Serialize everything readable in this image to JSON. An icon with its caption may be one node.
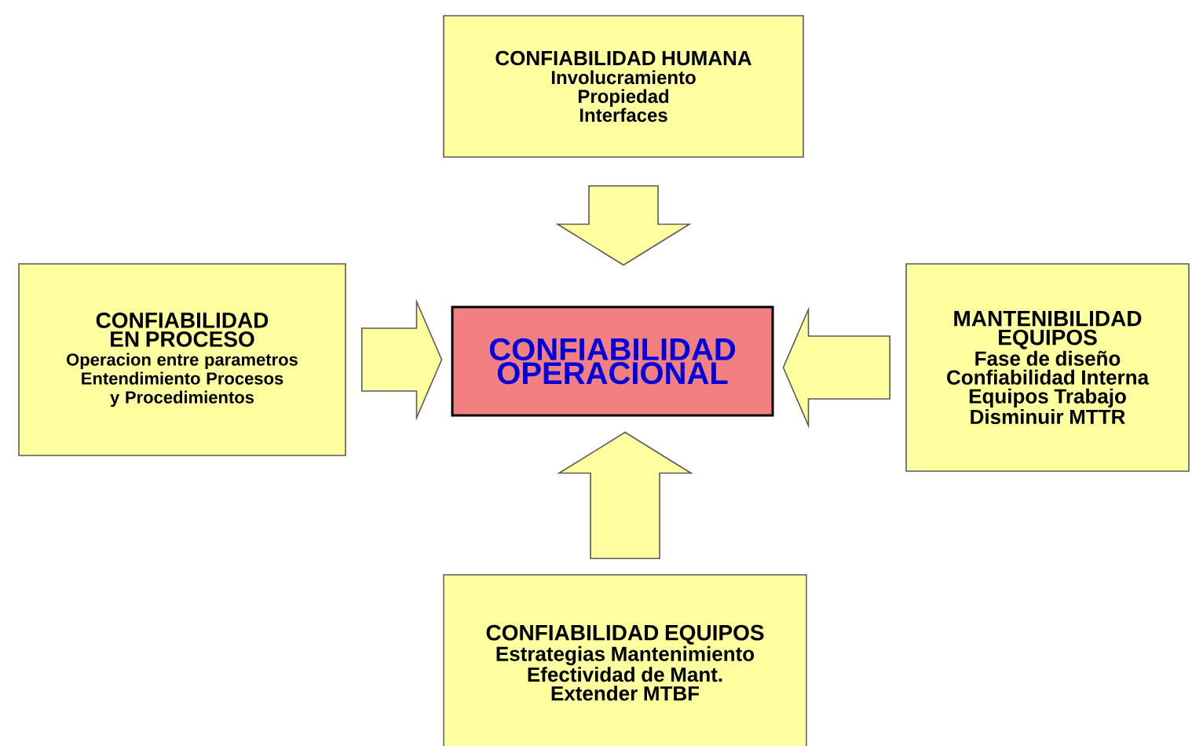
{
  "diagram": {
    "nodes": [
      {
        "text": [
          "CONFIABILIDAD HUMANA",
          "Involucramiento",
          "Propiedad",
          "Interfaces"
        ]
      },
      {
        "text": [
          "CONFIABILIDAD EN PROCESO",
          "Operacion entre parametros",
          "Entendimiento Procesos y Procedimientos"
        ]
      },
      {
        "text": [
          "CONFIABILIDAD OPERACIONAL"
        ]
      },
      {
        "text": [
          "MANTENIBILIDAD EQUIPOS",
          "Fase de diseño",
          "Confiabilidad Interna",
          "Equipos Trabajo",
          "Disminuir MTTR"
        ]
      },
      {
        "text": [
          "CONFIABILIDAD EQUIPOS",
          "Estrategias Mantenimiento",
          "Efectividad de Mant.",
          "Extender MTBF"
        ]
      }
    ],
    "edges": [
      {
        "from": 0,
        "to": 2,
        "arrow": "to"
      },
      {
        "from": 1,
        "to": 2,
        "arrow": "to"
      },
      {
        "from": 3,
        "to": 2,
        "arrow": "to"
      },
      {
        "from": 4,
        "to": 2,
        "arrow": "to"
      }
    ]
  }
}
